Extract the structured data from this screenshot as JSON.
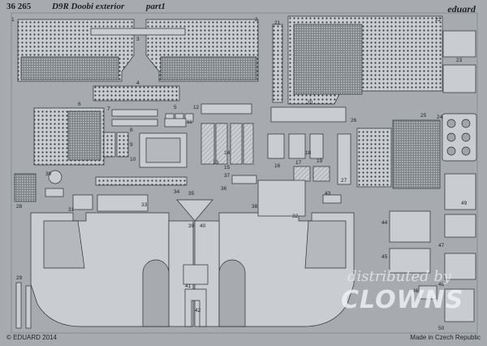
{
  "header": {
    "code": "36 265",
    "title": "D9R Doobi exterior",
    "part": "part1"
  },
  "brand": "eduard",
  "footer": {
    "copyright": "© EDUARD 2014",
    "origin": "Made in Czech Republic"
  },
  "watermark": {
    "line1": "distributed by",
    "line2": "CLOWNS"
  },
  "part_numbers": [
    "1",
    "2",
    "3",
    "4",
    "5",
    "6",
    "7",
    "8",
    "9",
    "10",
    "11",
    "12",
    "13",
    "14",
    "15",
    "16",
    "17",
    "18",
    "19",
    "20",
    "21",
    "22",
    "23",
    "24",
    "25",
    "26",
    "27",
    "28",
    "29",
    "30",
    "31",
    "32",
    "33",
    "34",
    "35",
    "36",
    "37",
    "38",
    "39",
    "40",
    "41",
    "42",
    "43",
    "44",
    "45",
    "46",
    "47",
    "48",
    "49",
    "50"
  ],
  "colors": {
    "fret": "#a7abaf",
    "part": "#c9ccd0",
    "line": "#2b2f33",
    "hole": "#3a3e42",
    "etched": "#8d9296"
  }
}
